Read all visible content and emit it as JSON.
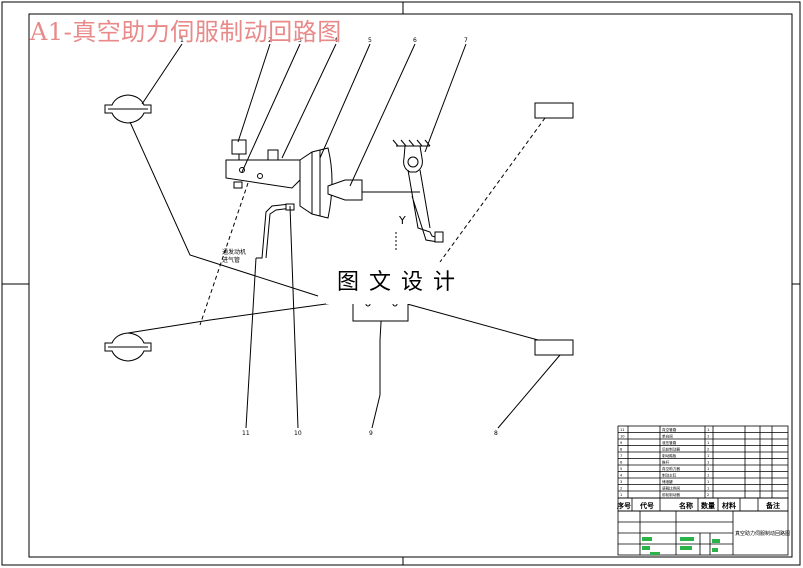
{
  "title": "A1-真空助力伺服制动回路图",
  "watermark": "图文设计",
  "callouts": {
    "c1": "1",
    "c2": "2",
    "c3": "3",
    "c4": "4",
    "c5": "5",
    "c6": "6",
    "c7": "7",
    "c8": "8",
    "c9": "9",
    "c10": "10",
    "c11": "11"
  },
  "annotations": {
    "engine_line1": "通发动机",
    "engine_line2": "进气管"
  },
  "pedal_mark": "Y",
  "parts_list": {
    "rows": [
      {
        "no": "11",
        "name": "真空管路",
        "qty": "1"
      },
      {
        "no": "10",
        "name": "单向阀",
        "qty": "1"
      },
      {
        "no": "9",
        "name": "液压管路",
        "qty": "1"
      },
      {
        "no": "8",
        "name": "后轮制动器",
        "qty": "2"
      },
      {
        "no": "7",
        "name": "制动踏板",
        "qty": "1"
      },
      {
        "no": "6",
        "name": "推杆",
        "qty": "1"
      },
      {
        "no": "5",
        "name": "真空助力器",
        "qty": "1"
      },
      {
        "no": "4",
        "name": "制动主缸",
        "qty": "1"
      },
      {
        "no": "3",
        "name": "储液罐",
        "qty": "1"
      },
      {
        "no": "2",
        "name": "感载比例阀",
        "qty": "1"
      },
      {
        "no": "1",
        "name": "前轮制动器",
        "qty": "2"
      }
    ],
    "headers": {
      "no": "序号",
      "code": "代号",
      "name": "名称",
      "qty": "数量",
      "material": "材料",
      "note": "备注"
    },
    "drawing_name": "真空助力伺服制动回路图"
  },
  "colors": {
    "title": "#e88a8a",
    "line": "#000000",
    "stamp": "#2bb34a"
  }
}
